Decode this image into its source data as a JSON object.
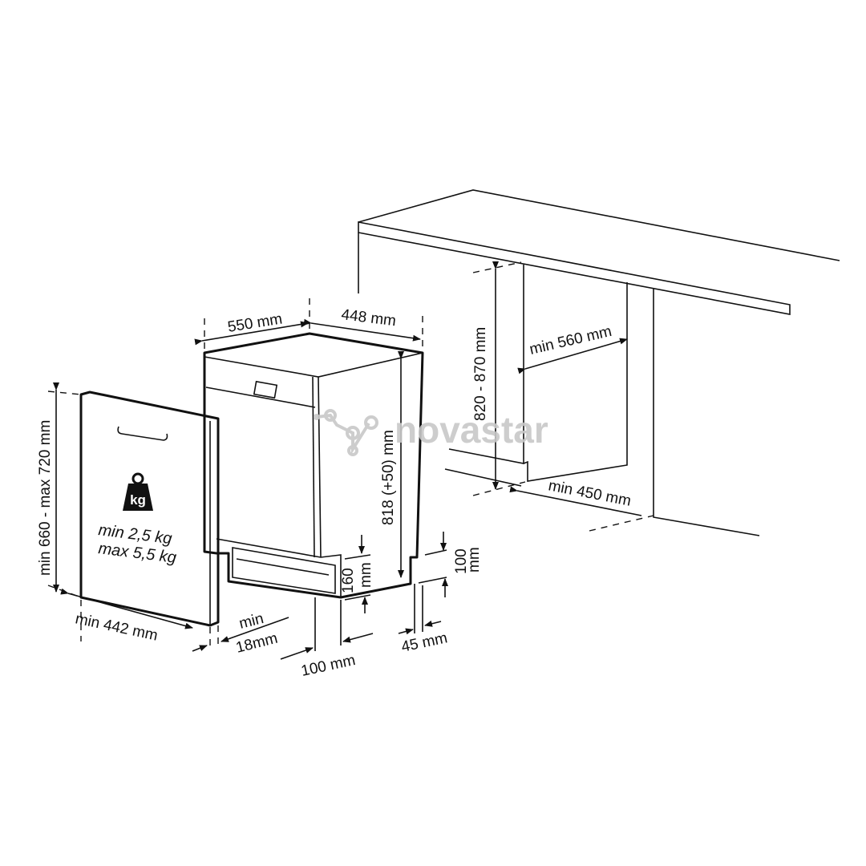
{
  "labels": {
    "depth": "550 mm",
    "width": "448 mm",
    "height": "818 (+50) mm",
    "niche_height": "820 - 870 mm",
    "niche_width": "min 560 mm",
    "niche_depth": "min 450 mm",
    "door_height": "min 660 - max 720 mm",
    "door_width": "min 442 mm",
    "door_thickness_1": "min",
    "door_thickness_2": "18mm",
    "plinth_height_1": "160",
    "plinth_height_2": "mm",
    "plinth_depth": "100 mm",
    "foot_height_1": "100",
    "foot_height_2": "mm",
    "foot_gap": "45 mm",
    "weight_min": "min  2,5 kg",
    "weight_max": "max 5,5 kg",
    "weight_icon_text": "kg"
  },
  "watermark": "novastar",
  "icons": [
    "weight-kg-icon",
    "novastar-logo"
  ]
}
